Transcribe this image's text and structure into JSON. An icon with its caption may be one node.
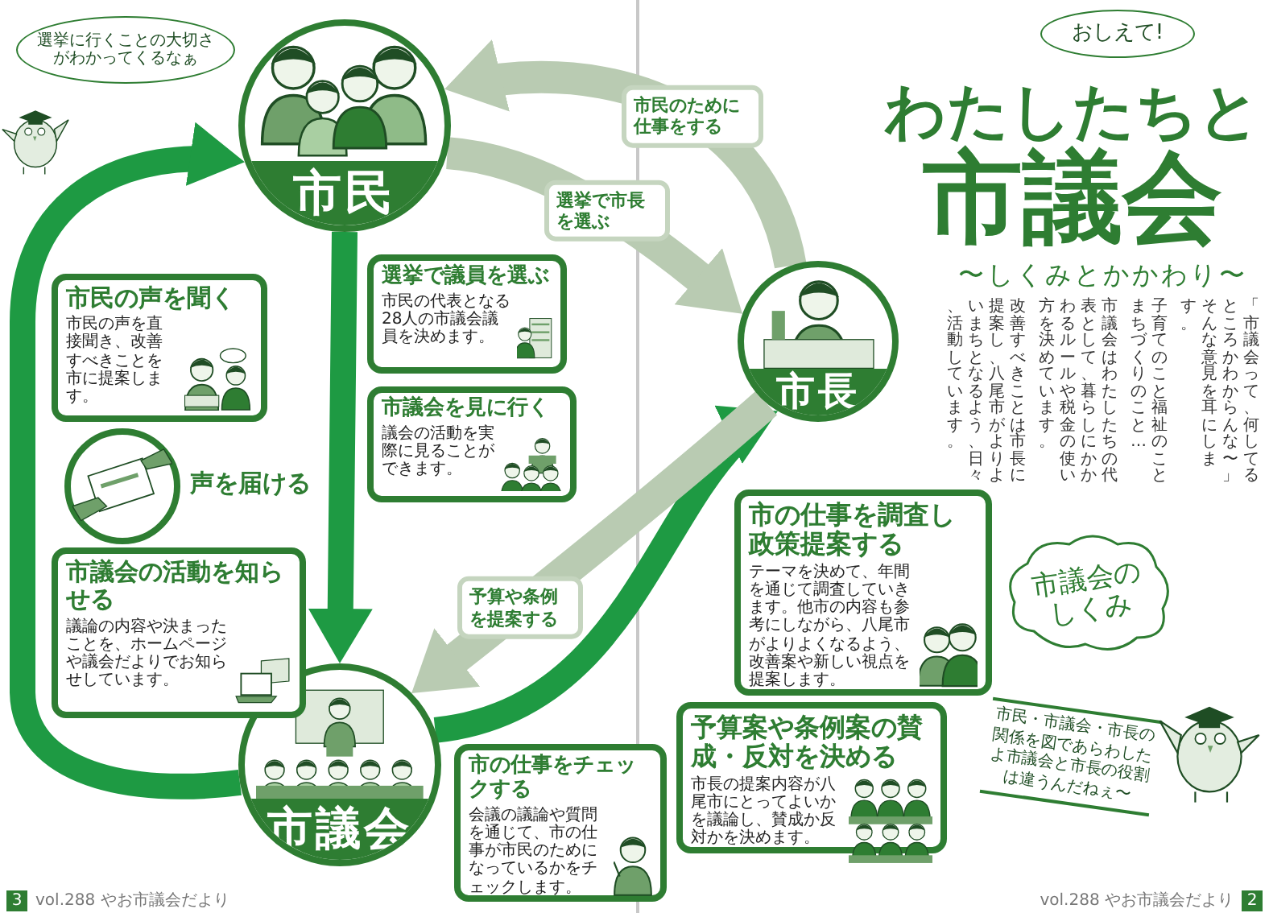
{
  "diagram": {
    "title": "わたしたちと市議会",
    "nodes": [
      {
        "text": [
          "市民"
        ]
      },
      {
        "text": [
          "市長"
        ]
      },
      {
        "text": [
          "市議会"
        ]
      },
      {
        "text": [
          "市民の声を聞く",
          "市民の声を直接聞き、改善すべきことを市に提案します。"
        ]
      },
      {
        "text": [
          "選挙で議員を選ぶ",
          "市民の代表となる28人の市議会議員を決めます。"
        ]
      },
      {
        "text": [
          "声を届ける"
        ]
      },
      {
        "text": [
          "市議会を見に行く",
          "議会の活動を実際に見ることができます。"
        ]
      },
      {
        "text": [
          "市議会の活動を知らせる",
          "議論の内容や決まったことを、ホームページや議会だよりでお知らせしています。"
        ]
      },
      {
        "text": [
          "市の仕事をチェックする",
          "会議の議論や質問を通じて、市の仕事が市民のためになっているかをチェックします。"
        ]
      },
      {
        "text": [
          "市の仕事を調査し政策提案する",
          "テーマを決めて、年間を通じて調査していきます。他市の内容も参考にしながら、八尾市がよりよくなるよう、改善案や新しい視点を提案します。"
        ]
      },
      {
        "text": [
          "予算案や条例案の賛成・反対を決める",
          "市長の提案内容が八尾市にとってよいかを議論し、賛成か反対かを決めます。"
        ]
      },
      {
        "text": [
          "選挙に行くことの大切さがわかってくるなぁ"
        ]
      },
      {
        "text": [
          "おしえて!"
        ]
      },
      {
        "text": [
          "市議会のしくみ"
        ]
      }
    ],
    "edges": [
      {
        "from": 2,
        "to": 0,
        "arrow": "to"
      },
      {
        "from": 0,
        "to": 2,
        "arrow": "to"
      },
      {
        "from": 2,
        "to": 1,
        "arrow": "to"
      },
      {
        "from": 1,
        "to": 0,
        "arrow": "to",
        "label": "市民のために仕事をする",
        "color": "#b9cbb2"
      },
      {
        "from": 0,
        "to": 1,
        "arrow": "to",
        "label": "選挙で市長を選ぶ",
        "color": "#b9cbb2"
      },
      {
        "from": 1,
        "to": 2,
        "arrow": "to",
        "label": "予算や条例を提案する",
        "color": "#b9cbb2"
      }
    ],
    "labels": [
      "〜しくみとかかわり〜",
      "「市議会って、何してるところかわからんな〜」そんな意見を耳にします。",
      "子育てのこと福祉のことまちづくりのこと…",
      "市議会はわたしたちの代表として、暮らしにかかわるルールや税金の使い方を決めています。",
      "改善すべきことは市長に提案し、八尾市がよりよいまちとなるよう、日々、活動しています。",
      "市民・市議会・市長の関係を図であらわしたよ市議会と市長の役割は違うんだねぇ〜",
      "3",
      "vol.288 やお市議会だより",
      "vol.288 やお市議会だより",
      "2"
    ]
  }
}
